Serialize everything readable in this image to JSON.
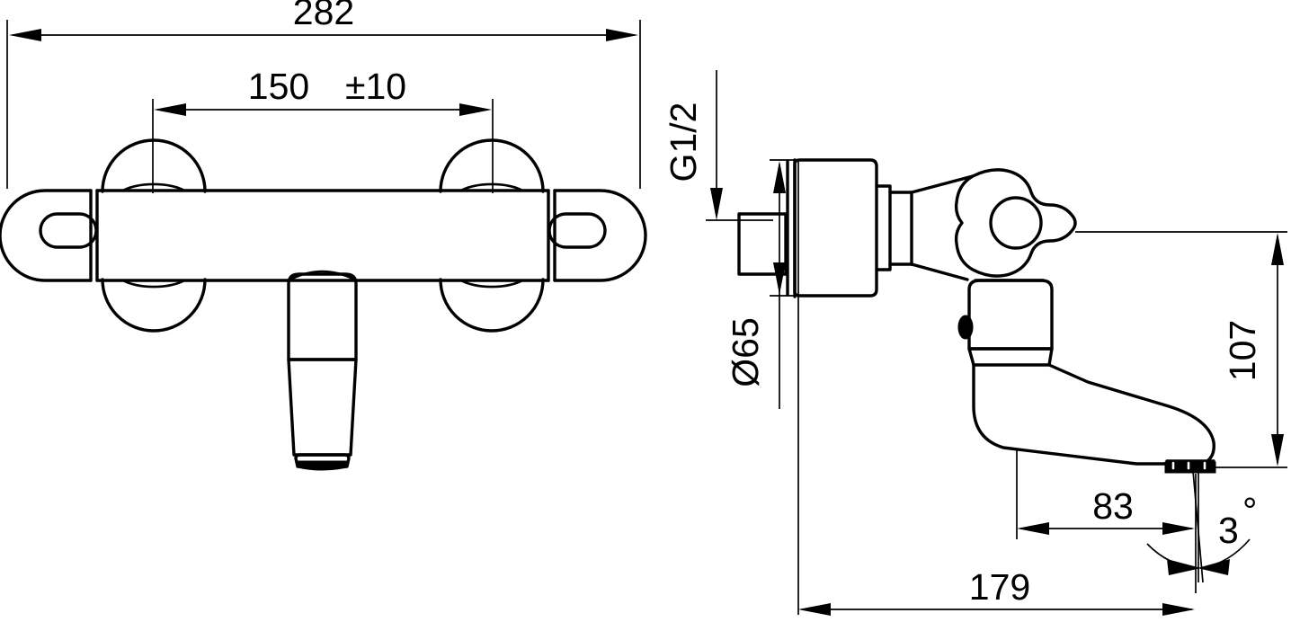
{
  "drawing": {
    "title": "Wall-mounted thermostatic mixer tap dimension drawing",
    "units": "mm",
    "line_color": "#000000",
    "background_color": "#ffffff",
    "views": [
      {
        "name": "front-view",
        "position": "left"
      },
      {
        "name": "side-view",
        "position": "right"
      }
    ]
  },
  "dimensions": {
    "overall_width": "282",
    "center_distance": "150",
    "center_tolerance": "±10",
    "thread_size": "G1/2",
    "flange_diameter": "Ø65",
    "spout_height": "107",
    "spout_outlet_offset": "83",
    "spout_projection": "179",
    "outlet_angle": "3",
    "degree_symbol": "°"
  },
  "labels": {
    "d282": "282",
    "d150": "150",
    "tol10": "±10",
    "g12": "G1/2",
    "d65": "Ø65",
    "d107": "107",
    "d83": "83",
    "d179": "179",
    "a3": "3"
  }
}
